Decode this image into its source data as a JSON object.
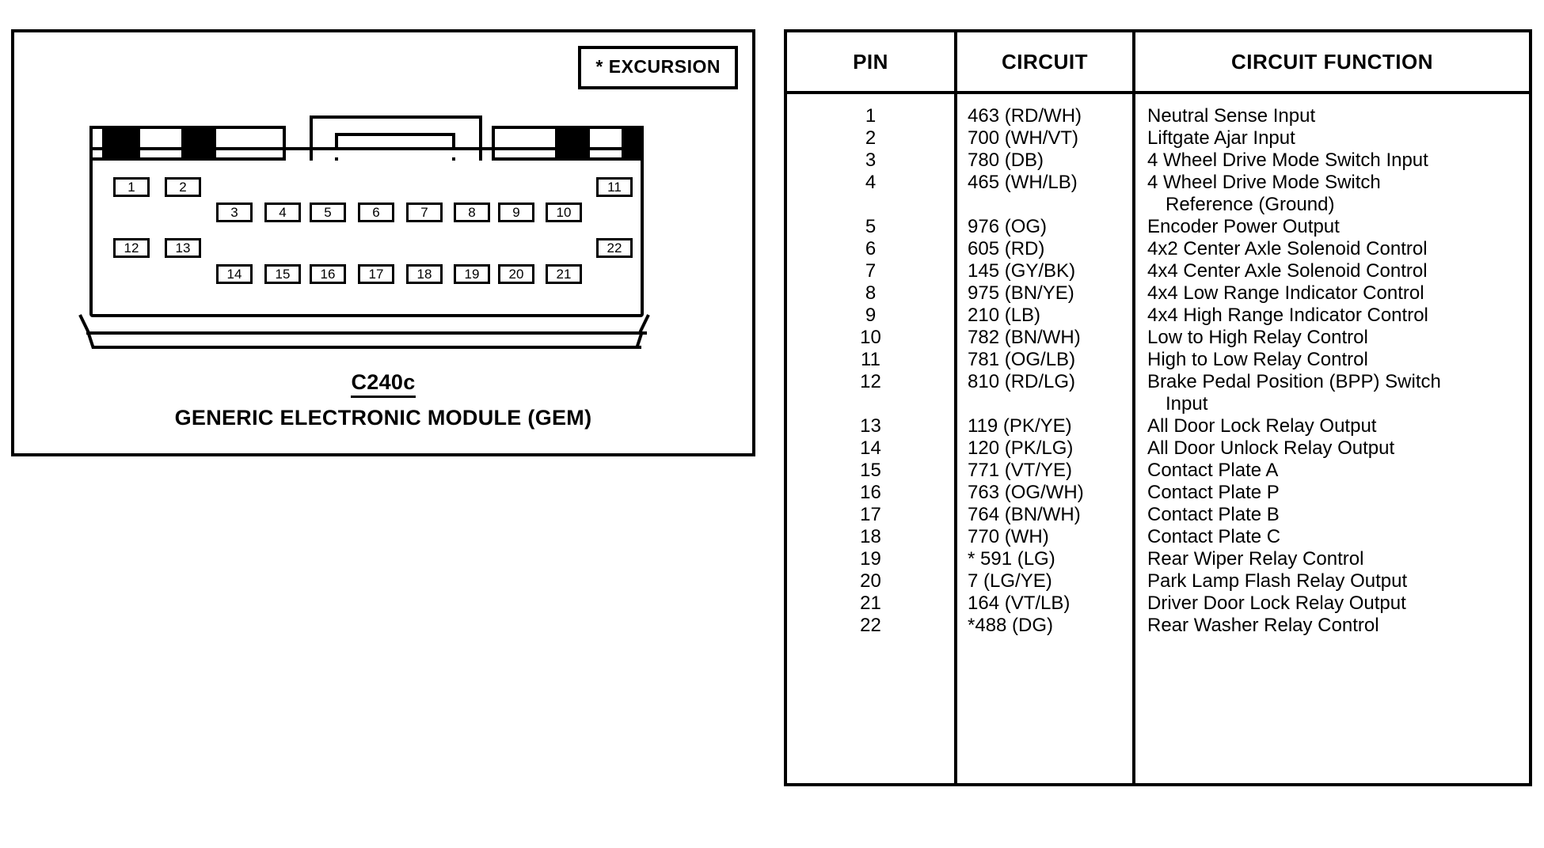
{
  "connector_panel": {
    "note_label": "* EXCURSION",
    "connector_id": "C240c",
    "connector_name": "GENERIC ELECTRONIC MODULE (GEM)",
    "pin_cavities": [
      {
        "label": "1"
      },
      {
        "label": "2"
      },
      {
        "label": "3"
      },
      {
        "label": "4"
      },
      {
        "label": "5"
      },
      {
        "label": "6"
      },
      {
        "label": "7"
      },
      {
        "label": "8"
      },
      {
        "label": "9"
      },
      {
        "label": "10"
      },
      {
        "label": "11"
      },
      {
        "label": "12"
      },
      {
        "label": "13"
      },
      {
        "label": "14"
      },
      {
        "label": "15"
      },
      {
        "label": "16"
      },
      {
        "label": "17"
      },
      {
        "label": "18"
      },
      {
        "label": "19"
      },
      {
        "label": "20"
      },
      {
        "label": "21"
      },
      {
        "label": "22"
      }
    ]
  },
  "pin_table": {
    "headers": {
      "pin": "PIN",
      "circuit": "CIRCUIT",
      "function": "CIRCUIT FUNCTION"
    },
    "rows": [
      {
        "pin": "1",
        "circuit": "463 (RD/WH)",
        "function": "Neutral Sense Input"
      },
      {
        "pin": "2",
        "circuit": "700 (WH/VT)",
        "function": "Liftgate Ajar Input"
      },
      {
        "pin": "3",
        "circuit": "780 (DB)",
        "function": "4 Wheel Drive Mode Switch Input"
      },
      {
        "pin": "4",
        "circuit": "465 (WH/LB)",
        "function": "4 Wheel Drive Mode Switch",
        "function_cont": "Reference (Ground)"
      },
      {
        "pin": "5",
        "circuit": "976 (OG)",
        "function": "Encoder Power Output"
      },
      {
        "pin": "6",
        "circuit": "605 (RD)",
        "function": "4x2 Center Axle Solenoid Control"
      },
      {
        "pin": "7",
        "circuit": "145 (GY/BK)",
        "function": "4x4 Center Axle Solenoid Control"
      },
      {
        "pin": "8",
        "circuit": "975 (BN/YE)",
        "function": "4x4 Low Range Indicator Control"
      },
      {
        "pin": "9",
        "circuit": "210 (LB)",
        "function": "4x4 High Range Indicator Control"
      },
      {
        "pin": "10",
        "circuit": "782 (BN/WH)",
        "function": "Low to High Relay Control"
      },
      {
        "pin": "11",
        "circuit": "781 (OG/LB)",
        "function": "High to Low Relay Control"
      },
      {
        "pin": "12",
        "circuit": "810 (RD/LG)",
        "function": "Brake Pedal Position (BPP) Switch",
        "function_cont": "Input"
      },
      {
        "pin": "13",
        "circuit": "119 (PK/YE)",
        "function": "All Door Lock Relay Output"
      },
      {
        "pin": "14",
        "circuit": "120 (PK/LG)",
        "function": "All Door Unlock Relay Output"
      },
      {
        "pin": "15",
        "circuit": "771 (VT/YE)",
        "function": "Contact Plate A"
      },
      {
        "pin": "16",
        "circuit": "763 (OG/WH)",
        "function": "Contact Plate P"
      },
      {
        "pin": "17",
        "circuit": "764 (BN/WH)",
        "function": "Contact Plate B"
      },
      {
        "pin": "18",
        "circuit": "770 (WH)",
        "function": "Contact Plate C"
      },
      {
        "pin": "19",
        "circuit": "* 591 (LG)",
        "function": "Rear Wiper Relay Control"
      },
      {
        "pin": "20",
        "circuit": "7 (LG/YE)",
        "function": "Park Lamp Flash Relay Output"
      },
      {
        "pin": "21",
        "circuit": "164 (VT/LB)",
        "function": "Driver Door Lock Relay Output"
      },
      {
        "pin": "22",
        "circuit": "*488 (DG)",
        "function": "Rear Washer Relay Control"
      }
    ]
  }
}
